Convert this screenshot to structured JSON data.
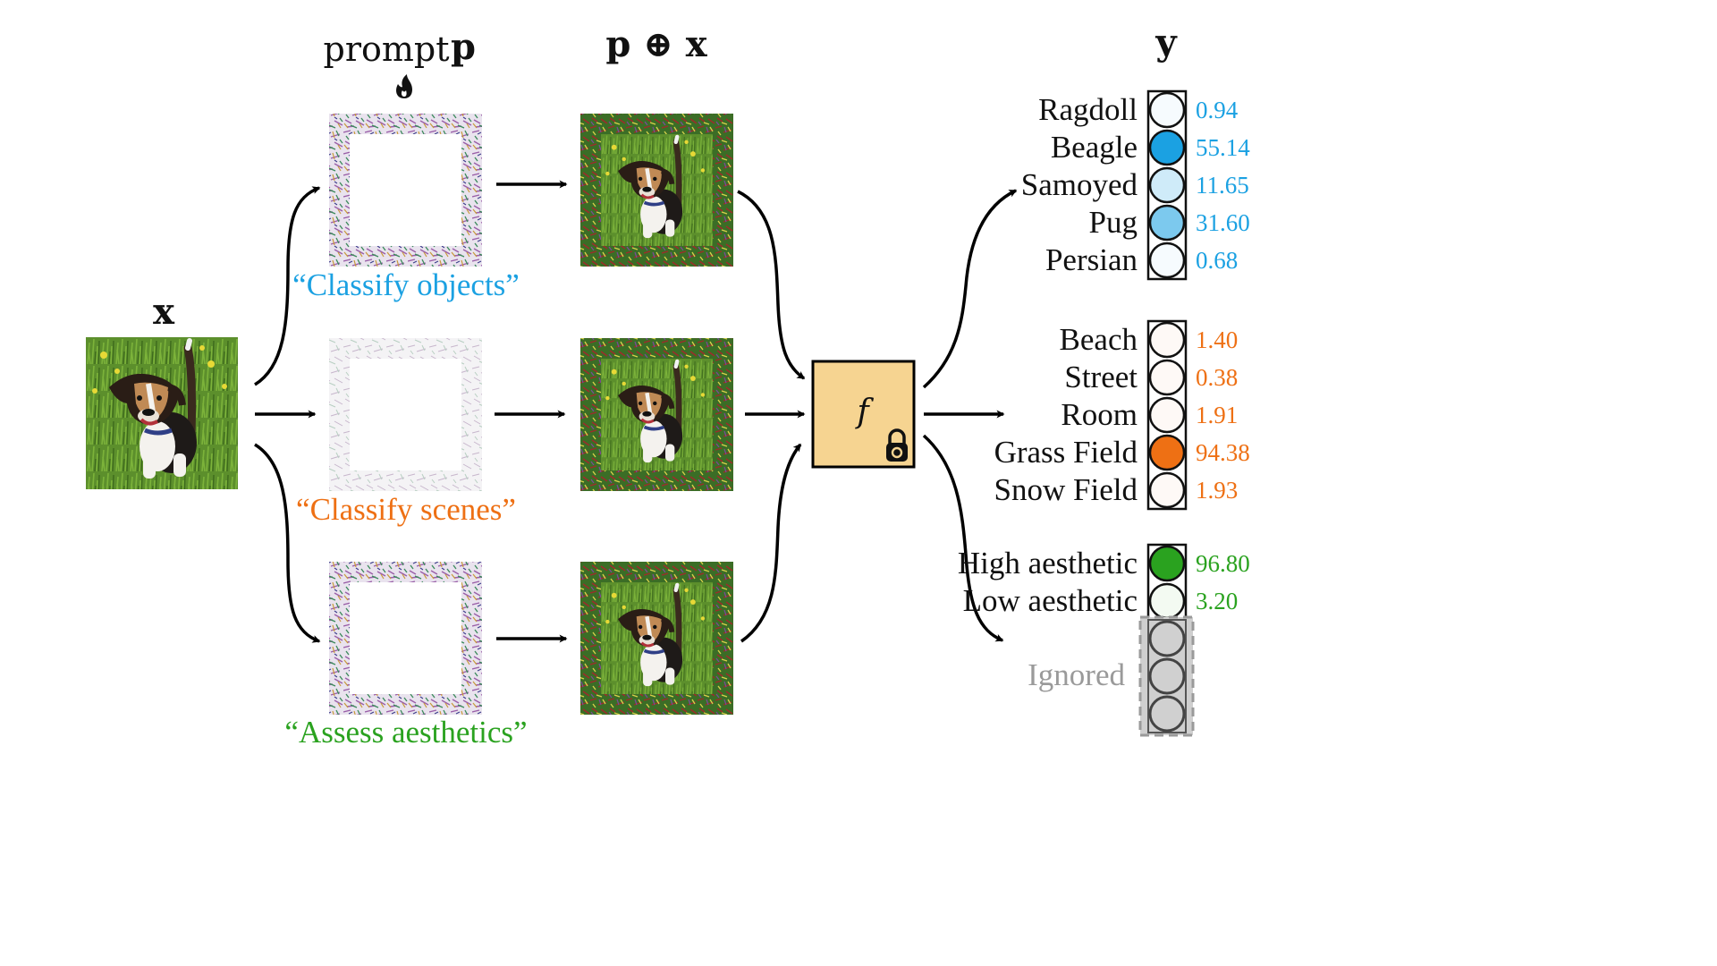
{
  "headers": {
    "input": "x",
    "prompt_word": "prompt",
    "prompt_symbol": "p",
    "combined": "p ⊕ x",
    "output": "y"
  },
  "model": {
    "label": "f",
    "fill_color": "#F6D491",
    "lock_icon": "lock-icon",
    "flame_icon": "flame-icon"
  },
  "prompts": [
    {
      "caption": "“Classify objects”",
      "color": "#1BA1E2"
    },
    {
      "caption": "“Classify scenes”",
      "color": "#EE7014"
    },
    {
      "caption": "“Assess aesthetics”",
      "color": "#2AA21F"
    }
  ],
  "outputs": [
    {
      "name": "objects",
      "color": "#1BA1E2",
      "items": [
        {
          "label": "Ragdoll",
          "value": "0.94"
        },
        {
          "label": "Beagle",
          "value": "55.14"
        },
        {
          "label": "Samoyed",
          "value": "11.65"
        },
        {
          "label": "Pug",
          "value": "31.60"
        },
        {
          "label": "Persian",
          "value": "0.68"
        }
      ]
    },
    {
      "name": "scenes",
      "color": "#EE7014",
      "items": [
        {
          "label": "Beach",
          "value": "1.40"
        },
        {
          "label": "Street",
          "value": "0.38"
        },
        {
          "label": "Room",
          "value": "1.91"
        },
        {
          "label": "Grass Field",
          "value": "94.38"
        },
        {
          "label": "Snow Field",
          "value": "1.93"
        }
      ]
    },
    {
      "name": "aesthetics",
      "color": "#2AA21F",
      "items": [
        {
          "label": "High aesthetic",
          "value": "96.80"
        },
        {
          "label": "Low aesthetic",
          "value": "3.20"
        }
      ]
    }
  ],
  "ignored_label": "Ignored"
}
